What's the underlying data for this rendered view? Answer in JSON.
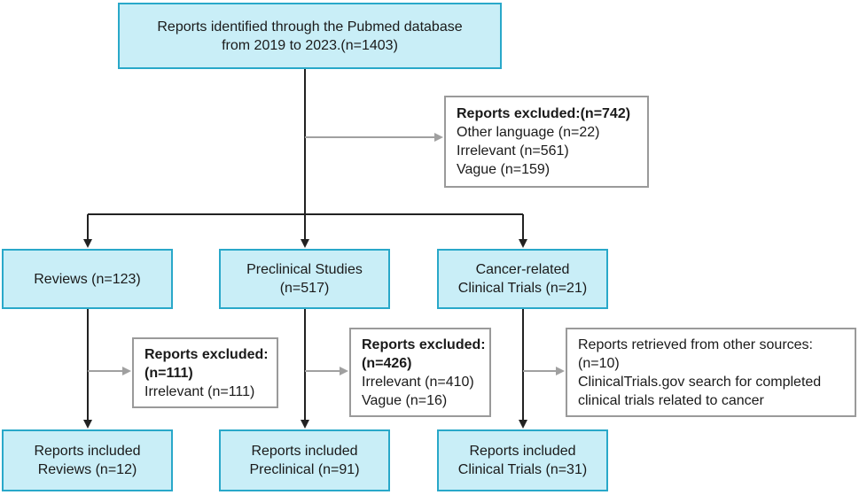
{
  "identified": {
    "lines": [
      "Reports identified through the Pubmed database",
      "from 2019 to 2023.(n=1403)"
    ]
  },
  "excluded_main": {
    "title": "Reports excluded:(n=742)",
    "lines": [
      "Other language (n=22)",
      "Irrelevant (n=561)",
      "Vague (n=159)"
    ]
  },
  "reviews": {
    "lines": [
      "Reviews (n=123)"
    ]
  },
  "preclinical": {
    "lines": [
      "Preclinical Studies",
      "(n=517)"
    ]
  },
  "clinical": {
    "lines": [
      "Cancer-related",
      "Clinical Trials (n=21)"
    ]
  },
  "excluded_reviews": {
    "title_lines": [
      "Reports excluded:",
      "(n=111)"
    ],
    "lines": [
      "Irrelevant (n=111)"
    ]
  },
  "excluded_preclinical": {
    "title_lines": [
      "Reports excluded:",
      "(n=426)"
    ],
    "lines": [
      "Irrelevant (n=410)",
      "Vague (n=16)"
    ]
  },
  "other_sources": {
    "lines": [
      "Reports retrieved from other sources:",
      "(n=10)",
      "ClinicalTrials.gov search for completed",
      "clinical trials related to cancer"
    ]
  },
  "included_reviews": {
    "lines": [
      "Reports included",
      "Reviews (n=12)"
    ]
  },
  "included_preclinical": {
    "lines": [
      "Reports included",
      "Preclinical (n=91)"
    ]
  },
  "included_clinical": {
    "lines": [
      "Reports included",
      "Clinical Trials (n=31)"
    ]
  },
  "colors": {
    "box_fill": "#c9eef7",
    "box_border": "#29a8c9",
    "excluded_border": "#9a9a9a",
    "main_arrow": "#222222",
    "side_arrow": "#a0a0a0"
  }
}
